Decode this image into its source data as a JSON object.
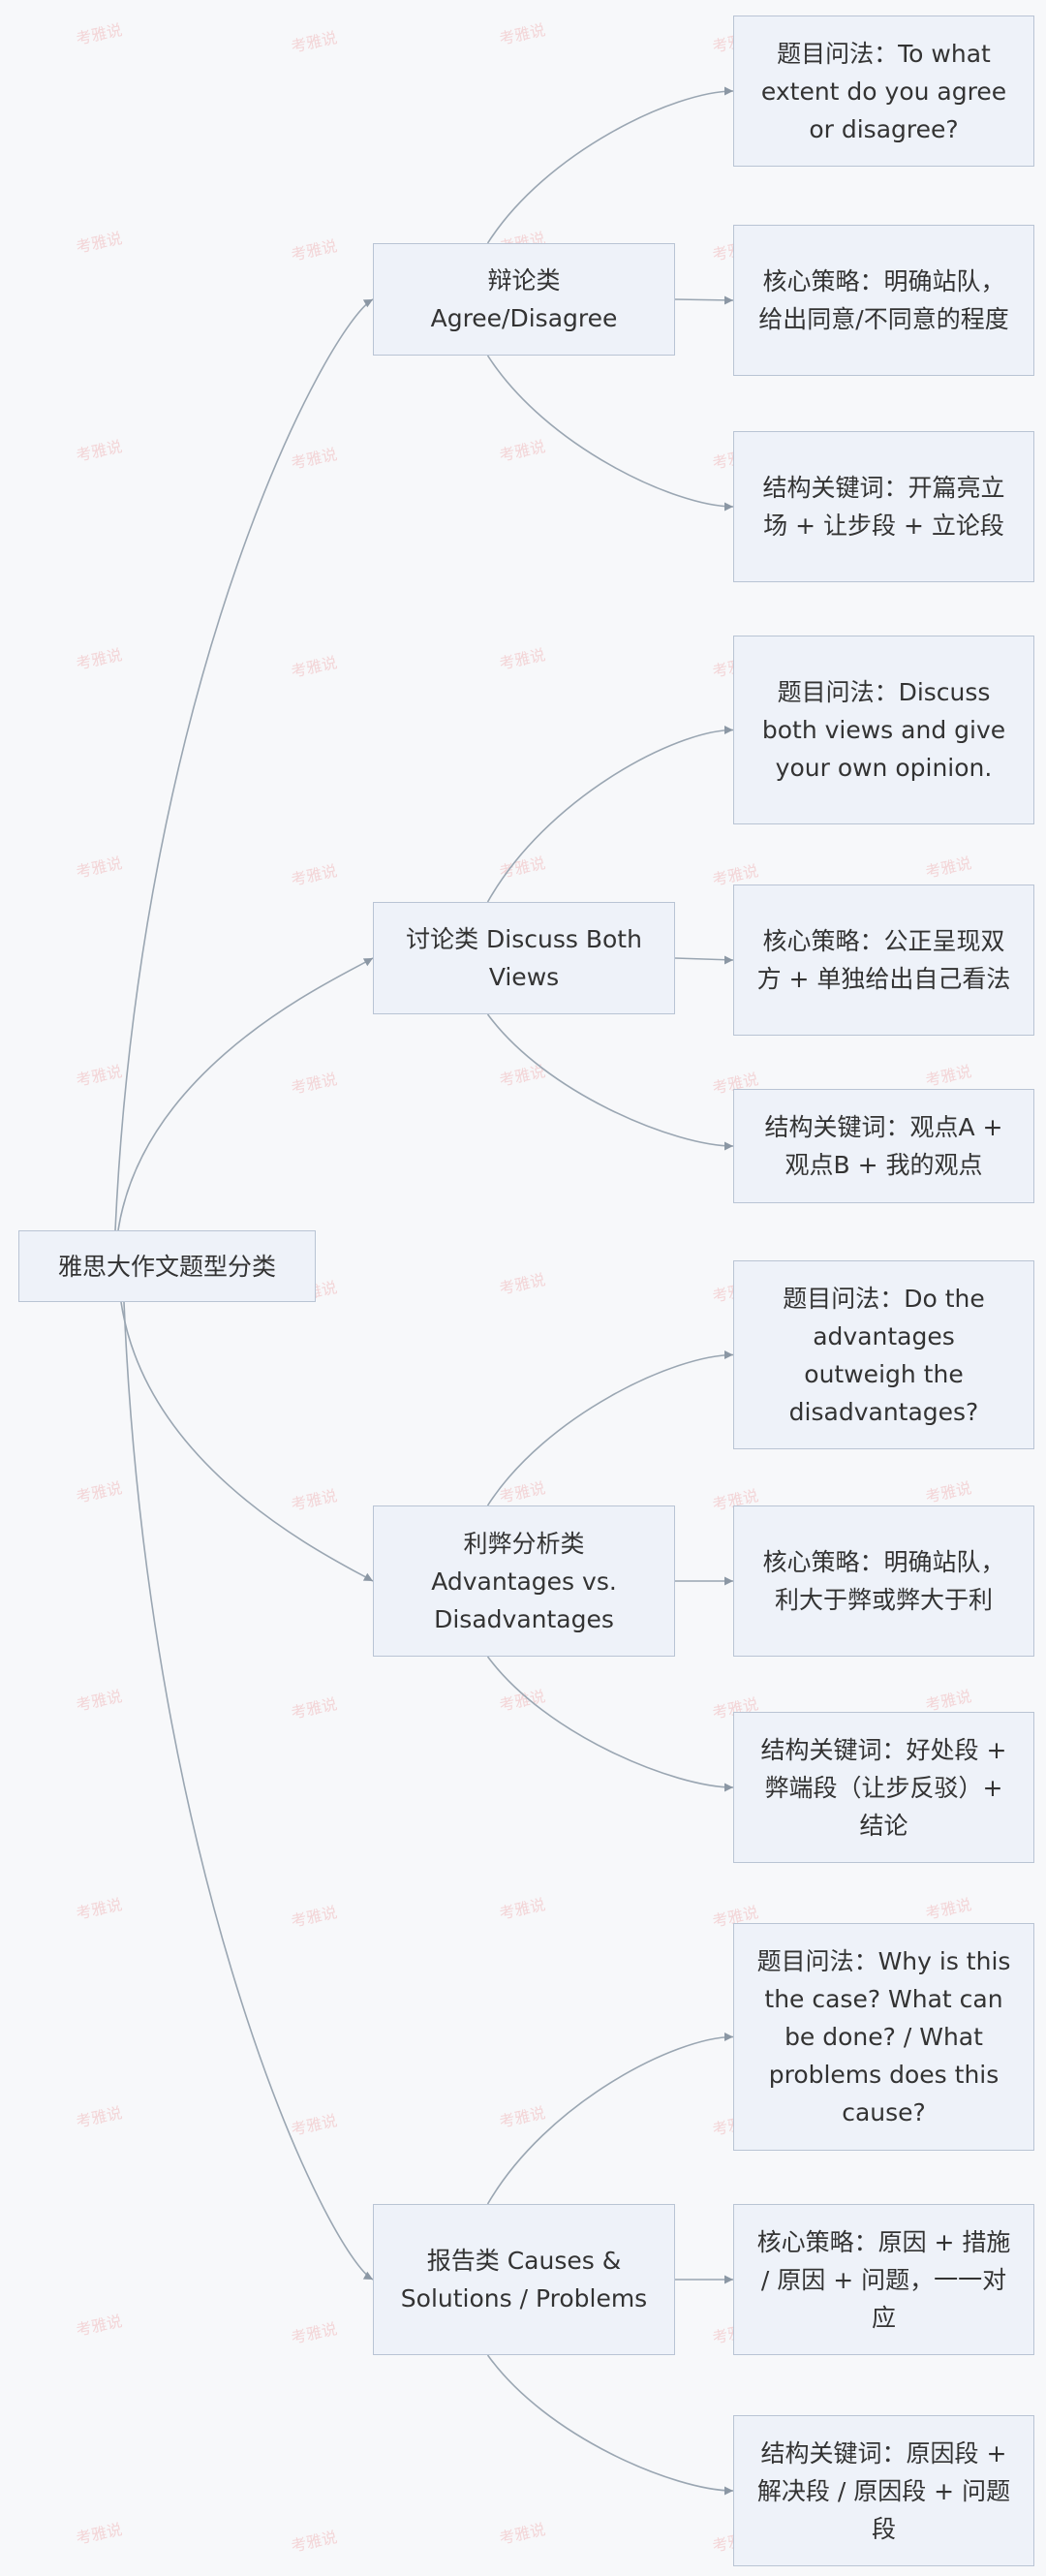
{
  "root": {
    "label": "雅思大作文题型分类"
  },
  "categories": [
    {
      "label": "辩论类 Agree/Disagree",
      "leaves": [
        "题目问法：To what extent do you agree or disagree?",
        "核心策略：明确站队，给出同意/不同意的程度",
        "结构关键词：开篇亮立场 + 让步段 + 立论段"
      ]
    },
    {
      "label": "讨论类 Discuss Both Views",
      "leaves": [
        "题目问法：Discuss both views and give your own opinion.",
        "核心策略：公正呈现双方 + 单独给出自己看法",
        "结构关键词：观点A + 观点B + 我的观点"
      ]
    },
    {
      "label": "利弊分析类 Advantages vs. Disadvantages",
      "leaves": [
        "题目问法：Do the advantages outweigh the disadvantages?",
        "核心策略：明确站队，利大于弊或弊大于利",
        "结构关键词：好处段 + 弊端段（让步反驳）+ 结论"
      ]
    },
    {
      "label": "报告类 Causes & Solutions / Problems",
      "leaves": [
        "题目问法：Why is this the case? What can be done? / What problems does this cause?",
        "核心策略：原因 + 措施 / 原因 + 问题，一一对应",
        "结构关键词：原因段 + 解决段 / 原因段 + 问题段"
      ]
    }
  ],
  "watermark": "考雅说",
  "colors": {
    "background": "#f7f8fa",
    "node_fill": "#eef2f9",
    "node_border": "#b9c4d4",
    "edge": "#9aa6b2"
  }
}
